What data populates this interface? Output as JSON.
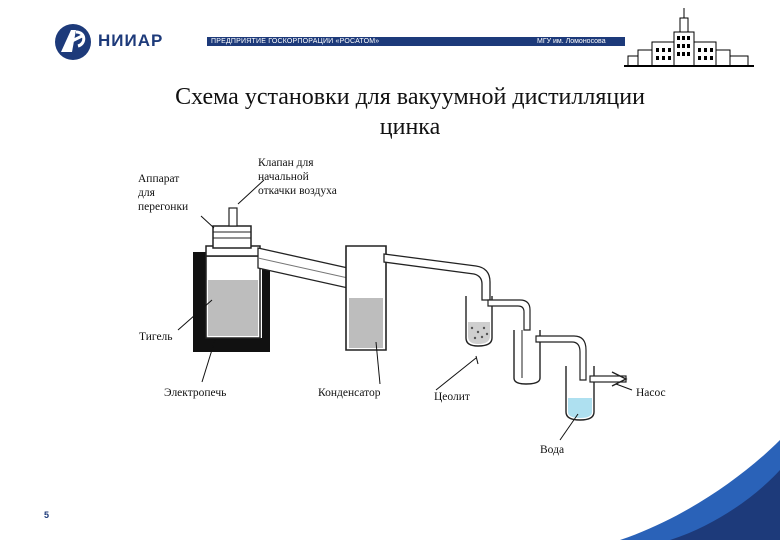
{
  "header": {
    "logo_text": "НИИАР",
    "banner_left": "ПРЕДПРИЯТИЕ ГОСКОРПОРАЦИИ «РОСАТОМ»",
    "banner_right": "МГУ им. Ломоносова"
  },
  "title_line1": "Схема установки для вакуумной дистилляции",
  "title_line2": "цинка",
  "labels": {
    "apparatus": [
      "Аппарат",
      "для",
      "перегонки"
    ],
    "valve": [
      "Клапан для",
      "начальной",
      "откачки воздуха"
    ],
    "crucible": "Тигель",
    "furnace": "Электропечь",
    "condenser": "Конденсатор",
    "zeolite": "Цеолит",
    "pump": "Насос",
    "water": "Вода"
  },
  "page_number": "5",
  "colors": {
    "brand_blue": "#1d3a7a",
    "accent_blue": "#2a62b8",
    "furnace": "#111111",
    "liquid_gray": "#bdbdbd",
    "water": "#aee0f0"
  }
}
